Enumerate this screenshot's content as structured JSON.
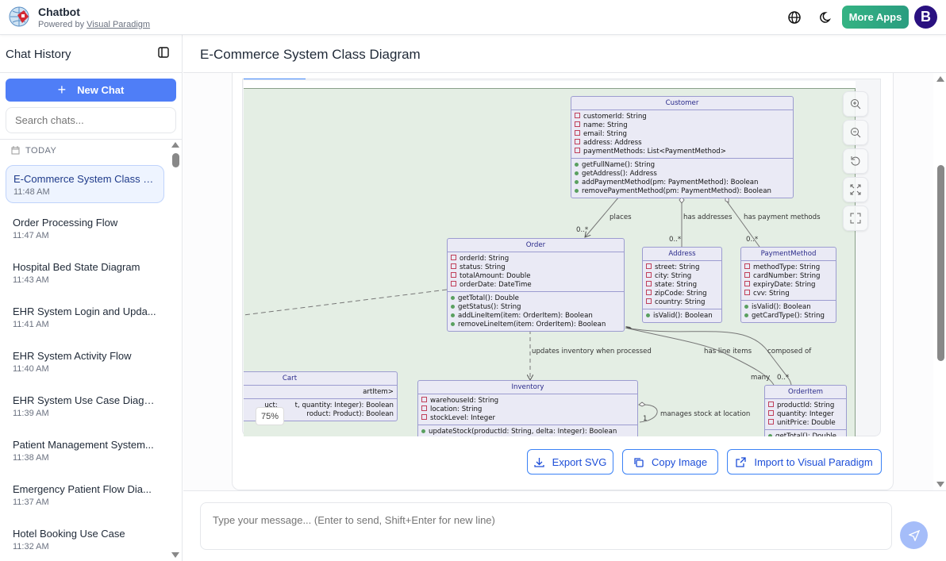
{
  "app": {
    "title": "Chatbot",
    "powered_by": "Powered by",
    "powered_link": "Visual Paradigm",
    "more_apps": "More Apps",
    "avatar": "B",
    "brand_color": "#2eaa82"
  },
  "sidebar": {
    "title": "Chat History",
    "new_chat": "New Chat",
    "search_placeholder": "Search chats...",
    "group": "TODAY",
    "items": [
      {
        "title": "E-Commerce System Class Di...",
        "time": "11:48 AM"
      },
      {
        "title": "Order Processing Flow",
        "time": "11:47 AM"
      },
      {
        "title": "Hospital Bed State Diagram",
        "time": "11:43 AM"
      },
      {
        "title": "EHR System Login and Upda...",
        "time": "11:41 AM"
      },
      {
        "title": "EHR System Activity Flow",
        "time": "11:40 AM"
      },
      {
        "title": "EHR System Use Case Diagram",
        "time": "11:39 AM"
      },
      {
        "title": "Patient Management System...",
        "time": "11:38 AM"
      },
      {
        "title": "Emergency Patient Flow Dia...",
        "time": "11:37 AM"
      },
      {
        "title": "Hotel Booking Use Case",
        "time": "11:32 AM"
      }
    ]
  },
  "main": {
    "title": "E-Commerce System Class Diagram",
    "zoom_level": "75%",
    "actions": {
      "export": "Export SVG",
      "copy": "Copy Image",
      "import": "Import to Visual Paradigm"
    },
    "input_placeholder": "Type your message... (Enter to send, Shift+Enter for new line)"
  },
  "diagram": {
    "classes": {
      "customer": {
        "name": "Customer",
        "attrs": [
          "customerId: String",
          "name: String",
          "email: String",
          "address: Address",
          "paymentMethods: List<PaymentMethod>"
        ],
        "methods": [
          "getFullName(): String",
          "getAddress(): Address",
          "addPaymentMethod(pm: PaymentMethod): Boolean",
          "removePaymentMethod(pm: PaymentMethod): Boolean"
        ]
      },
      "order": {
        "name": "Order",
        "attrs": [
          "orderId: String",
          "status: String",
          "totalAmount: Double",
          "orderDate: DateTime"
        ],
        "methods": [
          "getTotal(): Double",
          "getStatus(): String",
          "addLineItem(item: OrderItem): Boolean",
          "removeLineItem(item: OrderItem): Boolean"
        ]
      },
      "address": {
        "name": "Address",
        "attrs": [
          "street: String",
          "city: String",
          "state: String",
          "zipCode: String",
          "country: String"
        ],
        "methods": [
          "isValid(): Boolean"
        ]
      },
      "payment": {
        "name": "PaymentMethod",
        "attrs": [
          "methodType: String",
          "cardNumber: String",
          "expiryDate: String",
          "cvv: String"
        ],
        "methods": [
          "isValid(): Boolean",
          "getCardType(): String"
        ]
      },
      "cart": {
        "name": "Cart",
        "attrs": [
          "artItem>"
        ],
        "methods": [
          "uct:        t, quantity: Integer): Boolean",
          "roduct: Product): Boolean"
        ]
      },
      "inventory": {
        "name": "Inventory",
        "attrs": [
          "warehouseId: String",
          "location: String",
          "stockLevel: Integer"
        ],
        "methods": [
          "updateStock(productId: String, delta: Integer): Boolean"
        ]
      },
      "orderitem": {
        "name": "OrderItem",
        "attrs": [
          "productId: String",
          "quantity: Integer",
          "unitPrice: Double"
        ],
        "methods": [
          "getTotal(): Double"
        ]
      }
    },
    "labels": {
      "places": "places",
      "places_mult": "0..*",
      "has_addresses": "has addresses",
      "addr_mult": "0..*",
      "has_payment": "has payment methods",
      "pay_mult": "0..*",
      "updates": "updates inventory when processed",
      "line_items": "has line items",
      "many": "many",
      "composed": "composed of",
      "comp_mult": "0..*",
      "manages": "manages stock at location",
      "one": "1"
    }
  }
}
